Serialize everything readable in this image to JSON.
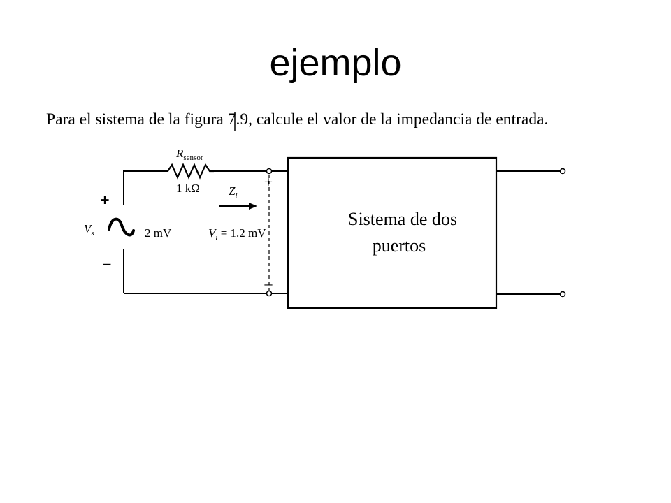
{
  "slide": {
    "title": "ejemplo"
  },
  "problem": {
    "statement": "Para el sistema de la figura 7.9, calcule el valor de la impedancia de entrada."
  },
  "circuit": {
    "source": {
      "symbol": "V",
      "subscript": "s",
      "value": "2 mV",
      "plus": "+",
      "minus": "–",
      "icon": "ac-source-icon"
    },
    "resistor": {
      "symbol": "R",
      "subscript": "sensor",
      "value": "1 kΩ",
      "icon": "resistor-icon"
    },
    "input_impedance": {
      "symbol": "Z",
      "subscript": "i",
      "icon": "arrow-right-icon"
    },
    "input_voltage": {
      "symbol": "V",
      "subscript": "i",
      "equation": " = 1.2 mV",
      "plus": "+",
      "minus": "–"
    },
    "system": {
      "line1": "Sistema de dos",
      "line2": "puertos"
    }
  }
}
